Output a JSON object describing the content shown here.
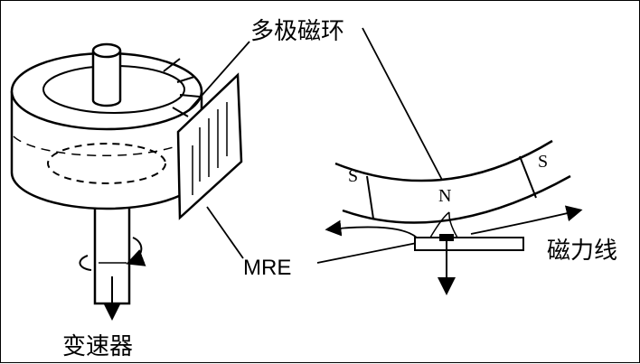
{
  "labels": {
    "multipole_ring": "多极磁环",
    "mre": "MRE",
    "transmission": "变速器",
    "field_lines": "磁力线",
    "pole_n": "N",
    "pole_s_left": "S",
    "pole_s_right": "S"
  },
  "colors": {
    "ink": "#000000",
    "background": "#ffffff"
  }
}
